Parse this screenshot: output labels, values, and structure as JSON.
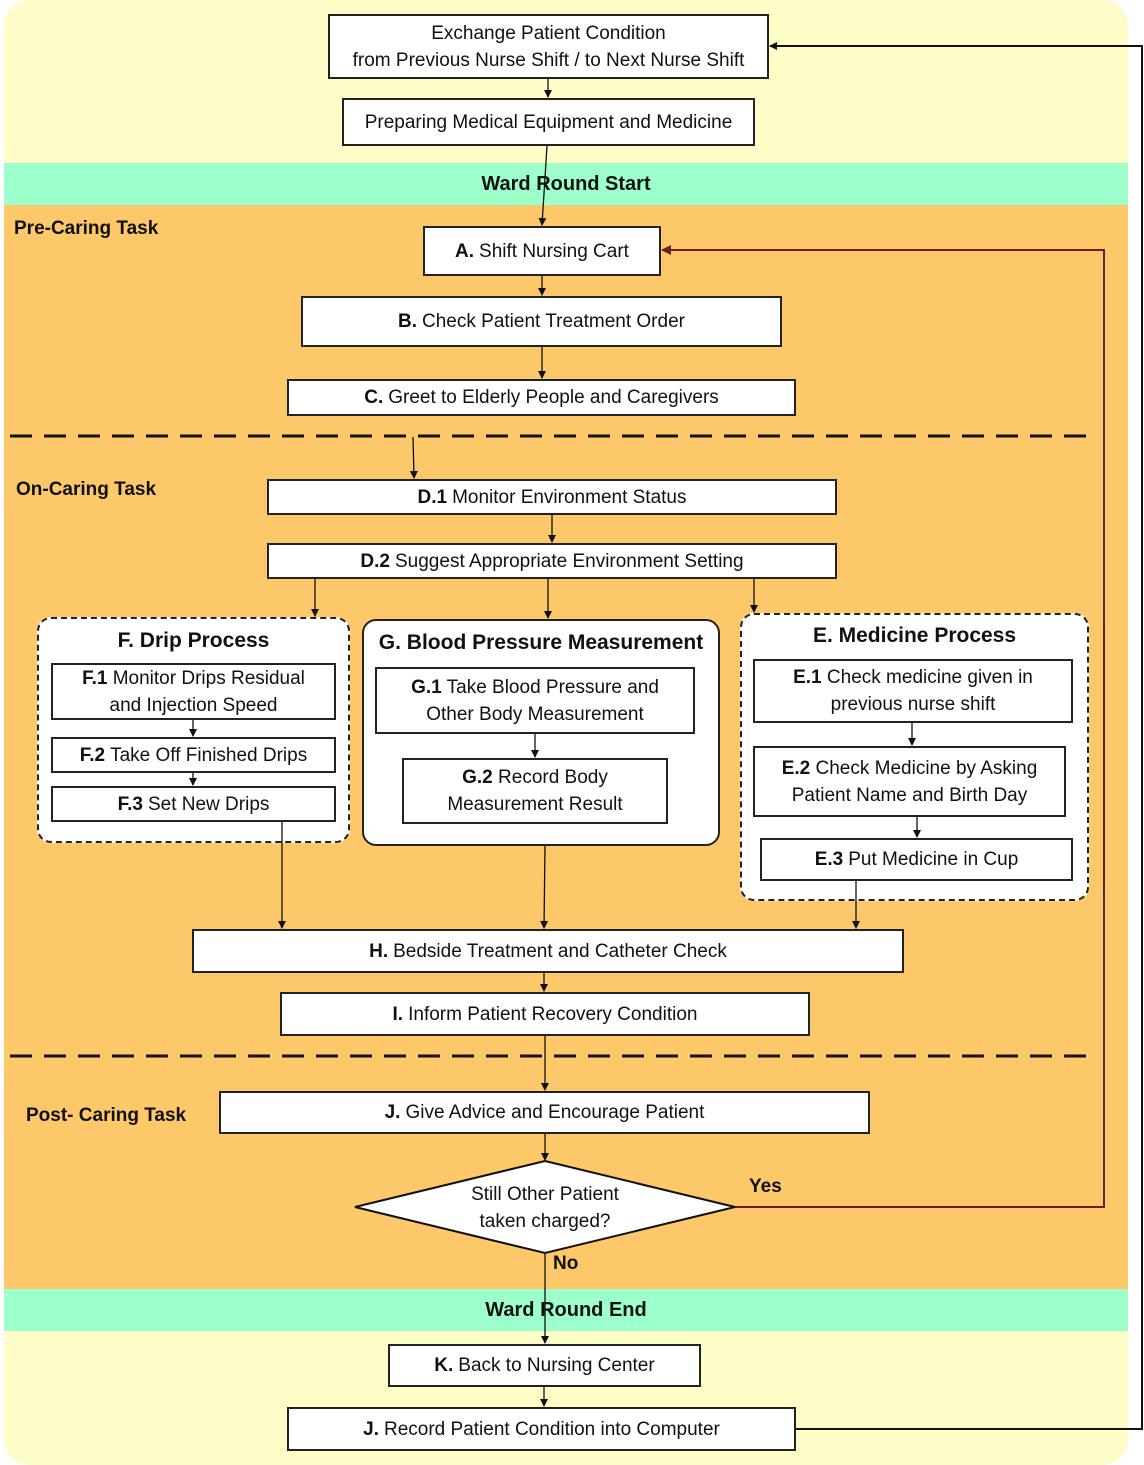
{
  "bands": {
    "start": "Ward Round Start",
    "end": "Ward Round End"
  },
  "sections": {
    "pre": "Pre-Caring Task",
    "on": "On-Caring Task",
    "post": "Post- Caring Task"
  },
  "top_steps": {
    "exchange_line1": "Exchange Patient Condition",
    "exchange_line2": "from Previous Nurse Shift / to Next Nurse Shift",
    "prepare": "Preparing Medical  Equipment and Medicine"
  },
  "pre_steps": {
    "a": {
      "code": "A.",
      "text": "Shift Nursing Cart"
    },
    "b": {
      "code": "B.",
      "text": "Check Patient Treatment Order"
    },
    "c": {
      "code": "C.",
      "text": "Greet to Elderly People and Caregivers"
    }
  },
  "on_steps": {
    "d1": {
      "code": "D.1",
      "text": "Monitor Environment Status"
    },
    "d2": {
      "code": "D.2",
      "text": "Suggest Appropriate Environment Setting"
    },
    "h": {
      "code": "H.",
      "text": "Bedside Treatment and Catheter Check"
    },
    "i": {
      "code": "I.",
      "text": "Inform Patient Recovery Condition"
    }
  },
  "drip_process": {
    "title": "F. Drip Process",
    "f1": {
      "code": "F.1",
      "line1": "Monitor Drips Residual",
      "line2": "and Injection Speed"
    },
    "f2": {
      "code": "F.2",
      "text": "Take Off  Finished Drips"
    },
    "f3": {
      "code": "F.3",
      "text": "Set New Drips"
    }
  },
  "blood_pressure": {
    "title": "G. Blood Pressure Measurement",
    "g1": {
      "code": "G.1",
      "line1": "Take Blood  Pressure and",
      "line2": "Other Body Measurement"
    },
    "g2": {
      "code": "G.2",
      "line1": "Record Body",
      "line2": "Measurement Result"
    }
  },
  "medicine_process": {
    "title": "E. Medicine Process",
    "e1": {
      "code": "E.1",
      "line1": "Check medicine given in",
      "line2": "previous nurse shift"
    },
    "e2": {
      "code": "E.2",
      "line1": "Check  Medicine  by Asking",
      "line2": "Patient Name and Birth Day"
    },
    "e3": {
      "code": "E.3",
      "text": "Put Medicine in Cup"
    }
  },
  "post_steps": {
    "j": {
      "code": "J.",
      "text": "Give Advice and Encourage Patient"
    },
    "decision_line1": "Still Other Patient",
    "decision_line2": "taken charged?",
    "yes": "Yes",
    "no": "No"
  },
  "end_steps": {
    "k": {
      "code": "K.",
      "text": "Back to Nursing Center"
    },
    "j2": {
      "code": "J.",
      "text": "Record Patient Condition into Computer"
    }
  },
  "colors": {
    "top_bg": "#fefdc7",
    "mid_bg": "#fcc86a",
    "band_bg": "#9cffcc",
    "loop_line": "#6b1f1f"
  }
}
